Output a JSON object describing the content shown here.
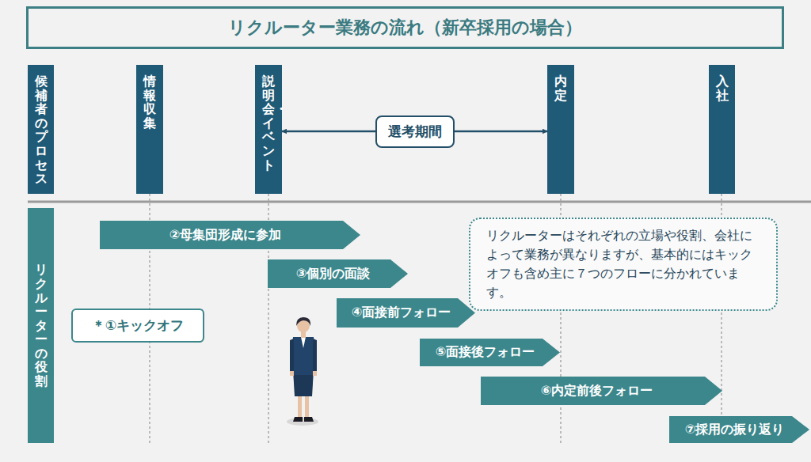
{
  "diagram": {
    "title": "リクルーター業務の流れ（新卒採用の場合）",
    "nodes": [
      {
        "text": [
          "候補者のプロセス"
        ]
      },
      {
        "text": [
          "情報収集"
        ]
      },
      {
        "text": [
          "説明会・イベント"
        ]
      },
      {
        "text": [
          "内定"
        ]
      },
      {
        "text": [
          "入社"
        ]
      },
      {
        "text": [
          "リクルーターの役割"
        ]
      },
      {
        "text": [
          "②母集団形成に参加"
        ]
      },
      {
        "text": [
          "リクルーターはそれぞれの立場や役割、会社によって業務が異なりますが、基本的にはキックオフも含め主に７つのフローに分かれています。"
        ]
      },
      {
        "text": [
          "③個別の面談"
        ]
      },
      {
        "text": [
          "＊①キックオフ"
        ]
      },
      {
        "text": [
          "④面接前フォロー"
        ]
      },
      {
        "text": [
          "⑤面接後フォロー"
        ]
      },
      {
        "text": [
          "⑥内定前後フォロー"
        ]
      },
      {
        "text": [
          "⑦採用の振り返り"
        ]
      }
    ],
    "edges": [
      {
        "from": 2,
        "to": 3,
        "label": "選考期間",
        "arrow": "both"
      }
    ]
  }
}
